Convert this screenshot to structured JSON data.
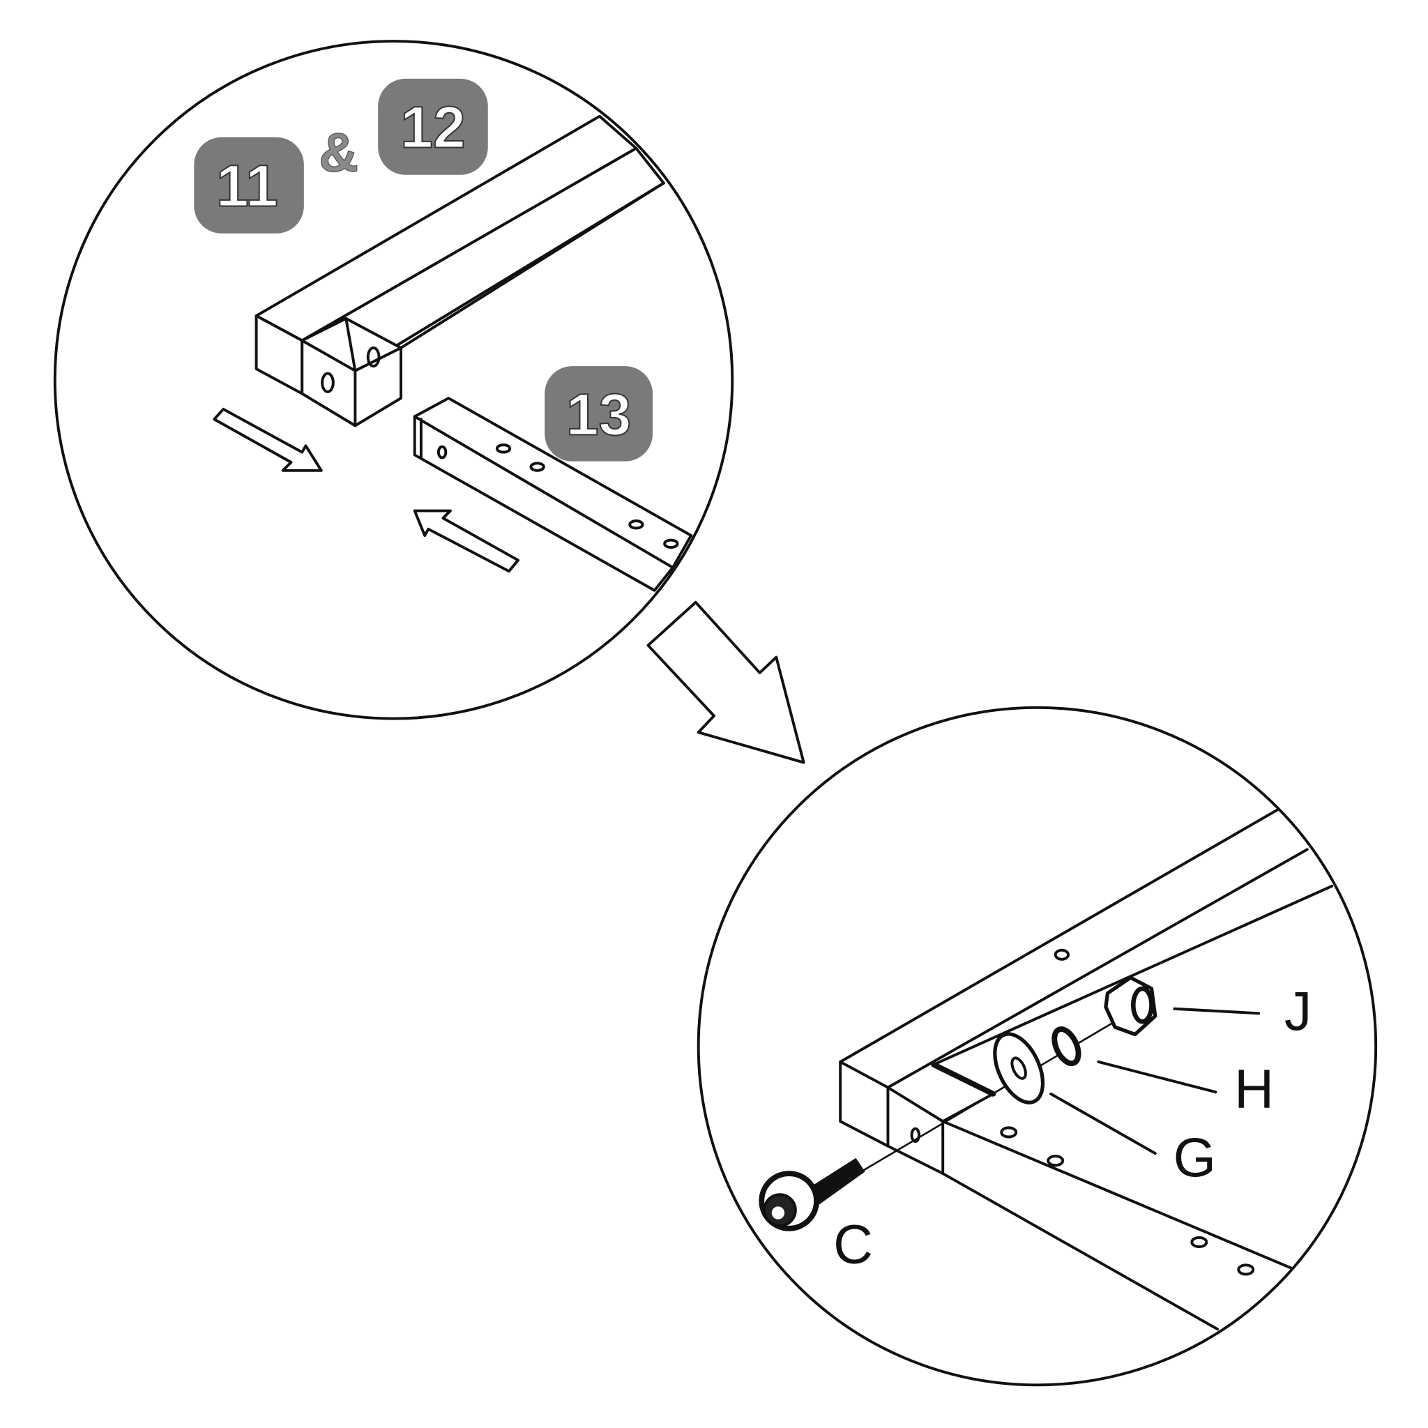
{
  "step_one": {
    "part_a": "11",
    "connector": "&",
    "part_b": "12",
    "part_c": "13"
  },
  "step_two": {
    "labels": {
      "bolt": "C",
      "washer": "G",
      "lock_washer": "H",
      "nut": "J"
    }
  },
  "colors": {
    "line": "#111111",
    "badge": "#7a7a7a"
  }
}
